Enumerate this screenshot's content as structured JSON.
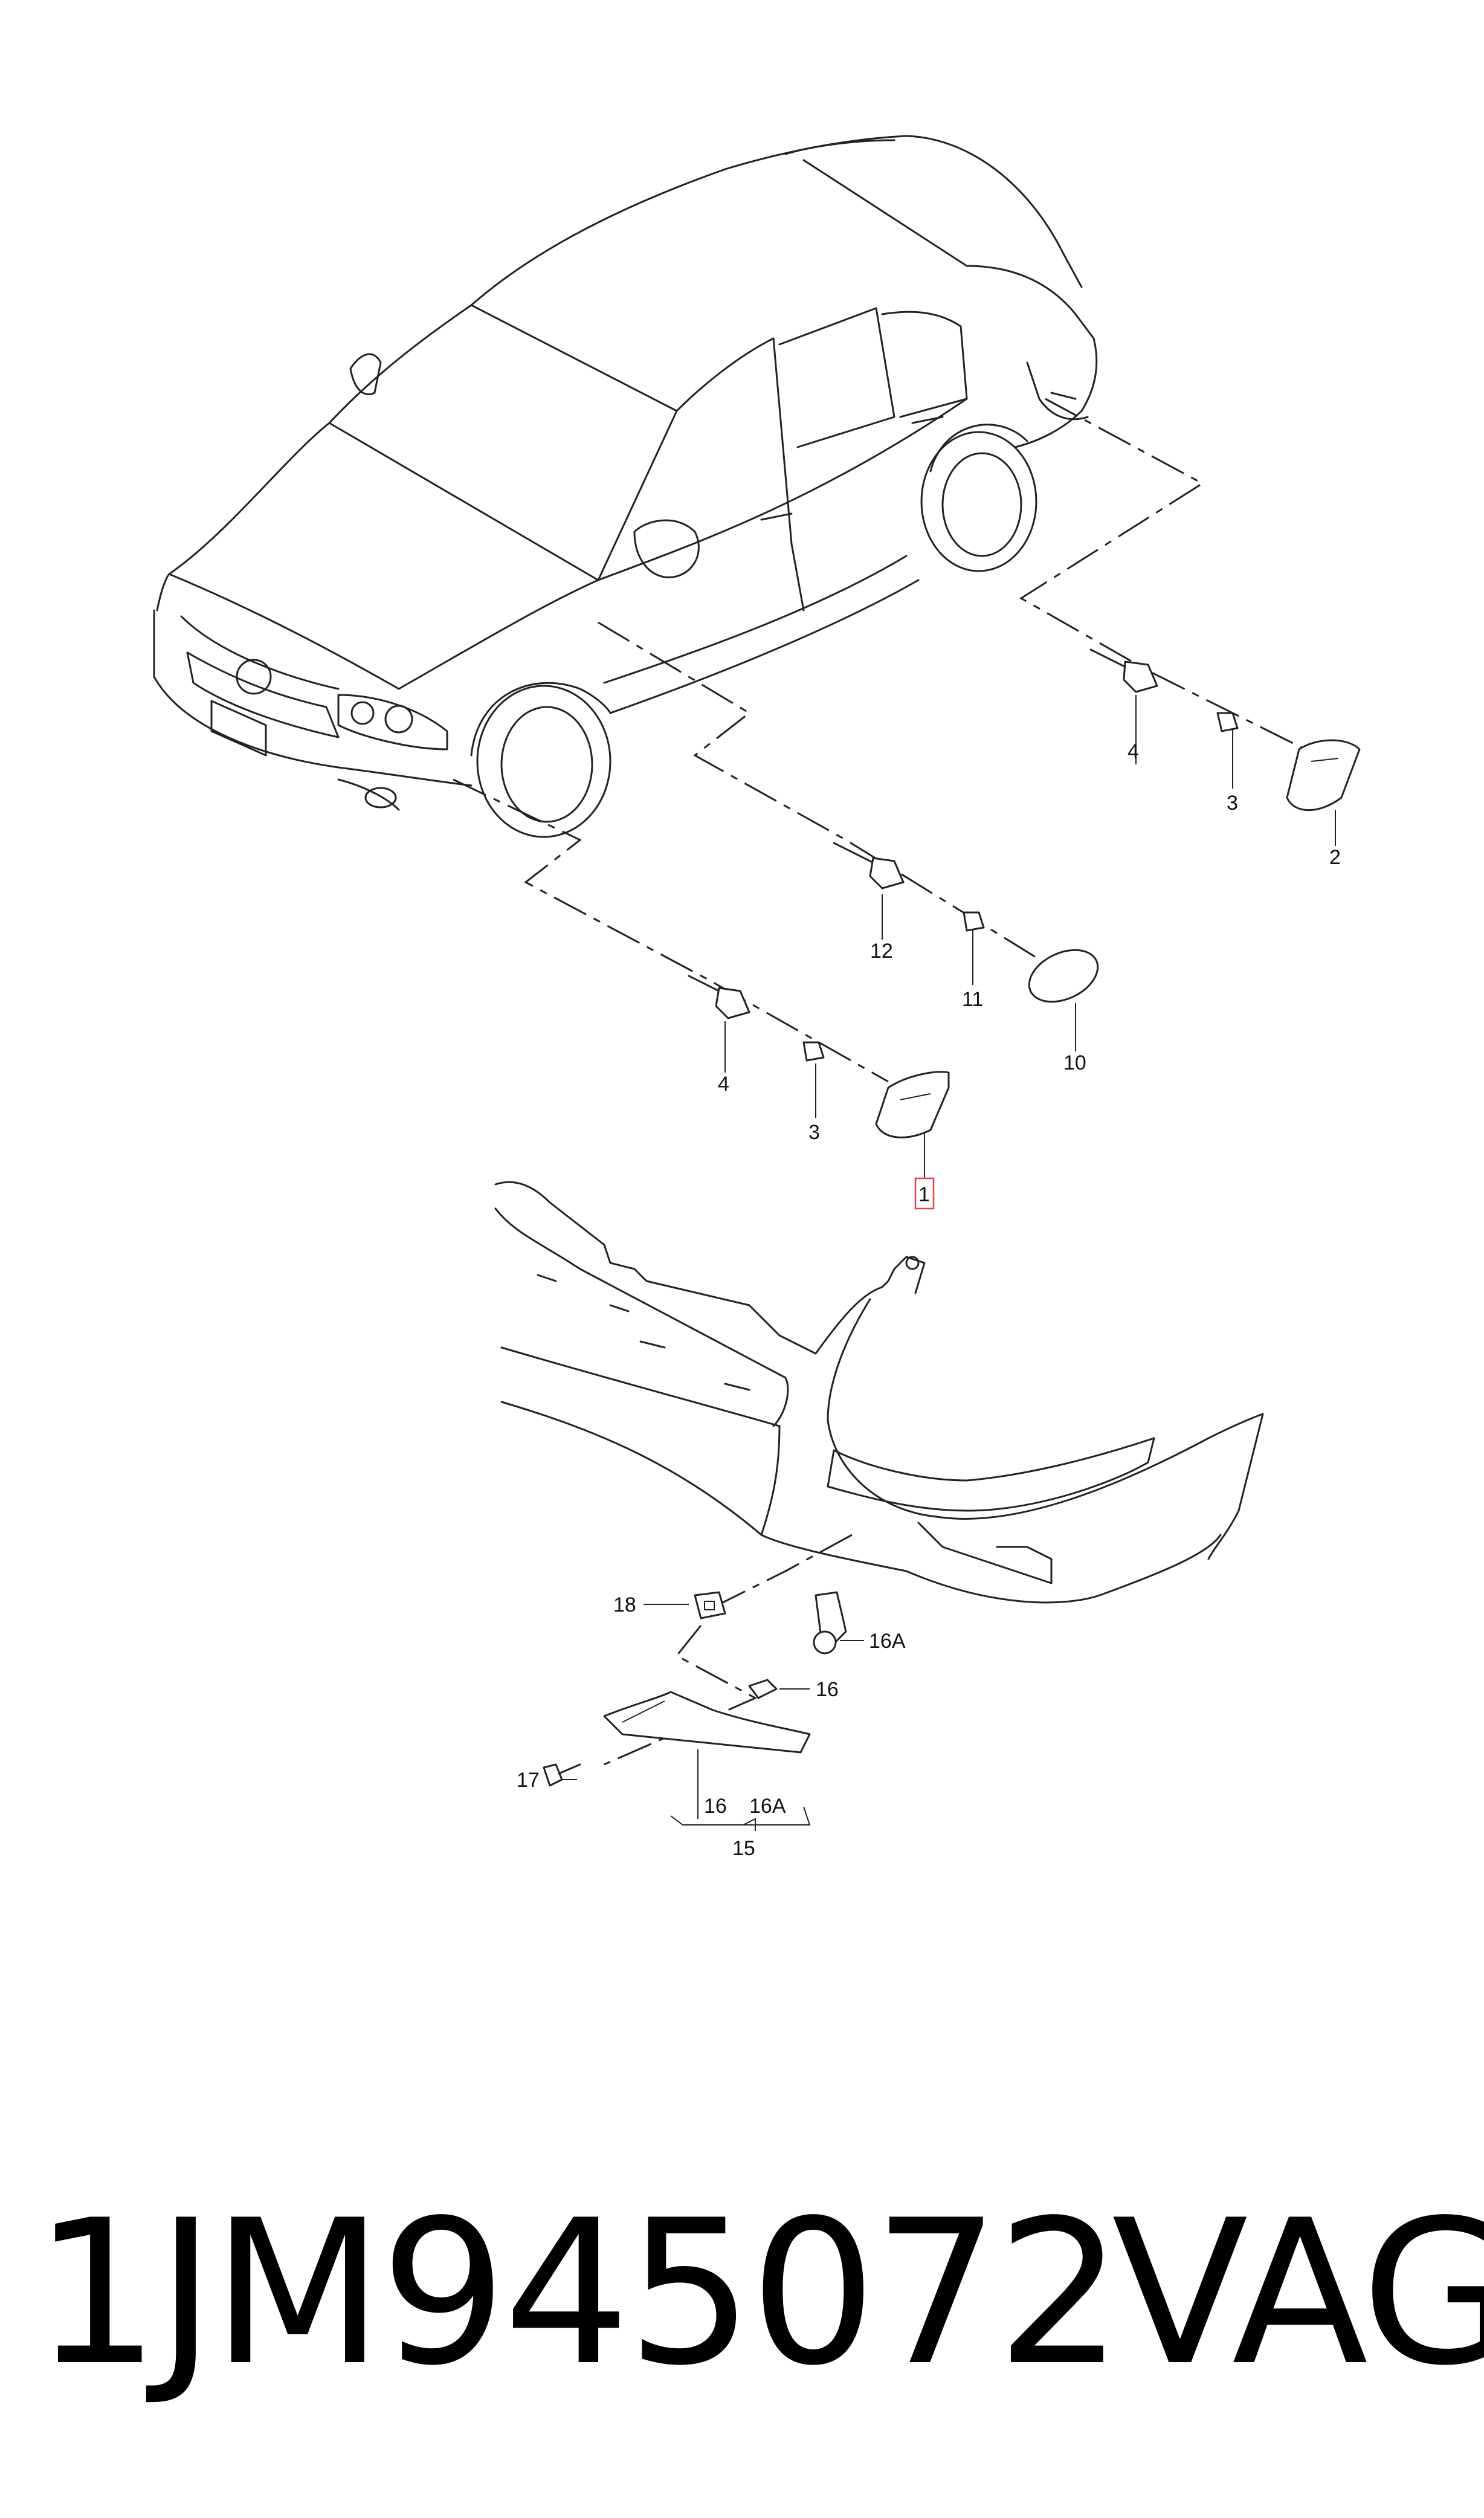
{
  "callouts": {
    "c4_rear": "4",
    "c3_rear": "3",
    "c2": "2",
    "c12": "12",
    "c11": "11",
    "c10": "10",
    "c4_front": "4",
    "c3_front": "3",
    "c1": "1",
    "c18": "18",
    "c16A": "16A",
    "c16": "16",
    "c17": "17",
    "c16_group": "16",
    "c16A_group": "16A",
    "c15": "15"
  },
  "highlight_color": "#e0404a",
  "footer": {
    "part_number": "1JM945072",
    "brand": "VAG"
  }
}
